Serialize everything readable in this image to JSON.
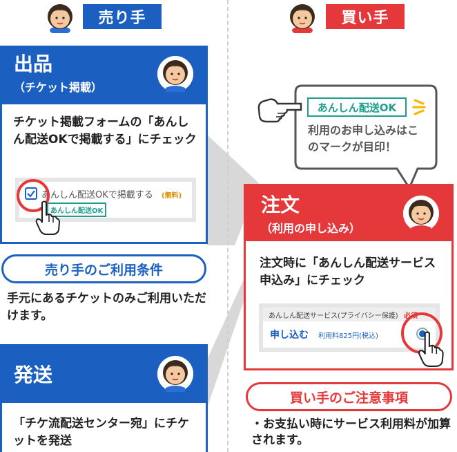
{
  "seller": {
    "header_label": "売り手",
    "listing": {
      "title": "出品",
      "subtitle": "（チケット掲載）",
      "instruction": "チケット掲載フォームの「あんしん配送OKで掲載する」にチェック",
      "checkbox_label": "あんしん配送OKで掲載する",
      "free_tag": "(無料)",
      "badge": "あんしん配送OK"
    },
    "conditions": {
      "button_label": "売り手のご利用条件",
      "text": "手元にあるチケットのみご利用いただけます。"
    },
    "shipping": {
      "title": "発送",
      "instruction": "「チケ流配送センター宛」にチケットを発送"
    }
  },
  "buyer": {
    "header_label": "買い手",
    "callout": {
      "badge": "あんしん配送OK",
      "text": "利用のお申し込みはこのマークが目印！"
    },
    "order": {
      "title": "注文",
      "subtitle": "（利用の申し込み）",
      "instruction": "注文時に「あんしん配送サービス申込み」にチェック",
      "service_label": "あんしん配送サービス(プライバシー保護)",
      "required_tag": "必須",
      "apply_label": "申し込む",
      "fee_text": "利用料825円(税込)"
    },
    "notes": {
      "button_label": "買い手のご注意事項",
      "text": "・お支払い時にサービス利用料が加算されます。"
    }
  },
  "colors": {
    "seller_blue": "#1b5fc1",
    "buyer_red": "#e5383b",
    "badge_teal": "#1f9e8e",
    "highlight_red": "#e5383b"
  },
  "icons": {
    "person": "person-avatar-icon",
    "checkbox": "checkbox-checked-icon",
    "radio": "radio-selected-icon",
    "pointing_hand": "pointing-hand-icon",
    "sparkle": "sparkle-icon"
  }
}
